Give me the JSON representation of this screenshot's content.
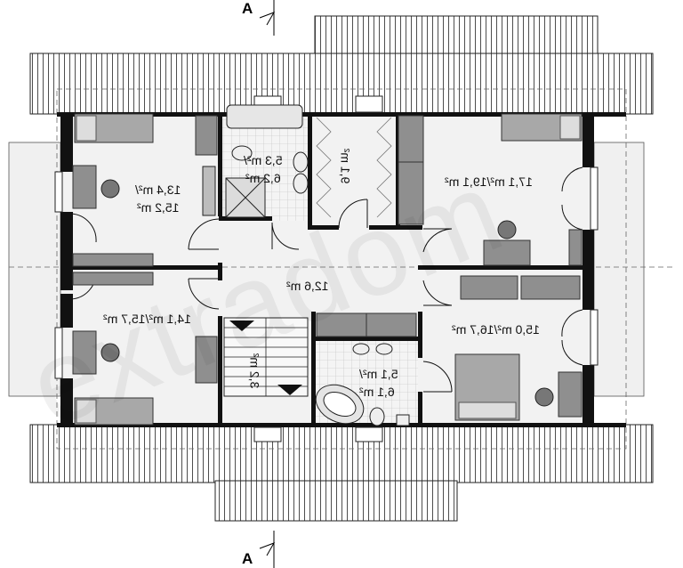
{
  "section_marker_top": "A",
  "section_marker_bottom": "A",
  "watermark": "extradom",
  "rooms": {
    "bedroom_top_left": {
      "line1": "13,4 m²/",
      "line2": "15,2 m²"
    },
    "bathroom_small": {
      "line1": "5,3 m²/",
      "line2": "6,2 m²"
    },
    "closet": {
      "label": "9,1 m²"
    },
    "bedroom_top_right": {
      "label": "17,1 m²/19,1 m²"
    },
    "hall": {
      "label": "12,6 m²"
    },
    "bedroom_bottom_left": {
      "label": "14,1 m²/15,7 m²"
    },
    "stairs": {
      "label": "3,2 m²"
    },
    "bathroom_large": {
      "line1": "5,1 m²/",
      "line2": "6,1 m²"
    },
    "bedroom_bottom_right": {
      "label": "15,0 m²/16,7 m²"
    }
  }
}
